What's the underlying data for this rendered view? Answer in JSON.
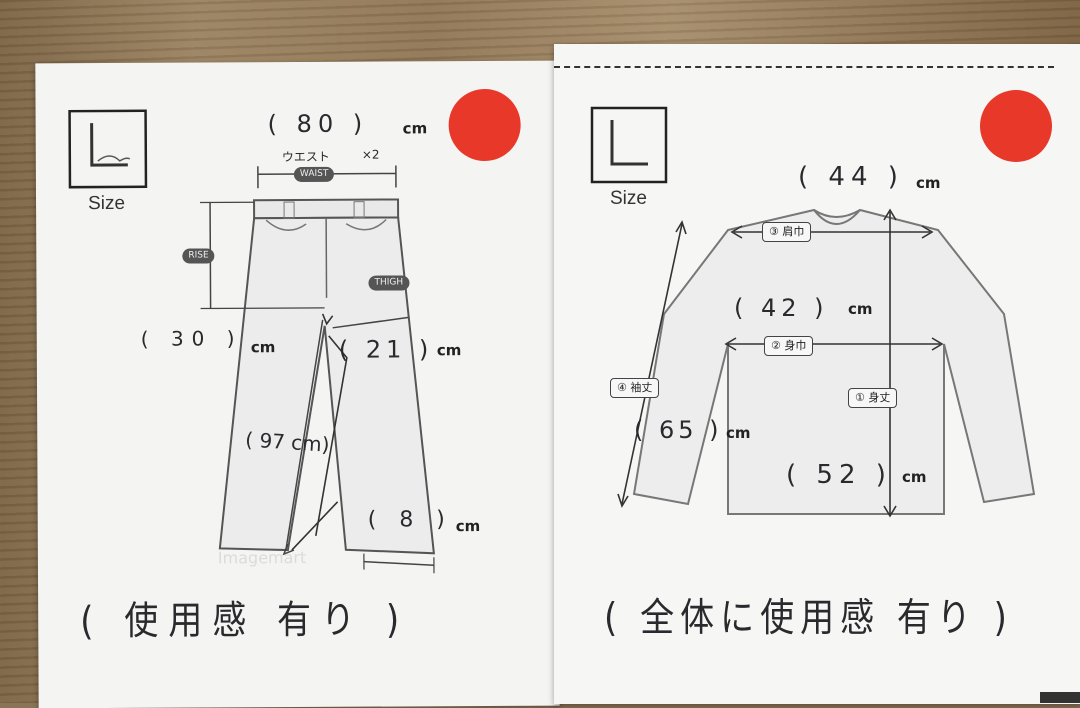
{
  "pants_card": {
    "size_box_letter": "L",
    "size_label": "Size",
    "waist_value": "( 80 )",
    "waist_unit": "cm",
    "waist_text_jp": "ウエスト",
    "waist_multiplier": "×2",
    "waist_tag": "WAIST",
    "rise_tag": "RISE",
    "thigh_tag": "THIGH",
    "rise_value": "( 30 )",
    "rise_unit": "cm",
    "thigh_value": "( 21 )",
    "thigh_unit": "cm",
    "inseam_value": "( 97 cm)",
    "hem_value": "( 8 )",
    "hem_unit": "cm",
    "condition_note": "( 使用感 有り )",
    "watermark_text": "Imagemart"
  },
  "shirt_card": {
    "size_box_letter": "L",
    "size_label": "Size",
    "shoulder_value": "( 44 )",
    "shoulder_unit": "cm",
    "shoulder_tag": "③ 肩巾",
    "chest_value": "( 42 )",
    "chest_unit": "cm",
    "chest_tag": "② 身巾",
    "sleeve_tag": "④ 袖丈",
    "sleeve_value": "( 65 )",
    "sleeve_unit": "cm",
    "length_tag": "① 身丈",
    "length_value": "( 52 )",
    "length_unit": "cm",
    "condition_note": "( 全体に使用感 有り )"
  },
  "colors": {
    "sticker_red": "#e8382a",
    "paper": "#f4f4f2",
    "ink": "#2a2a2e",
    "wood": "#8f7656"
  }
}
